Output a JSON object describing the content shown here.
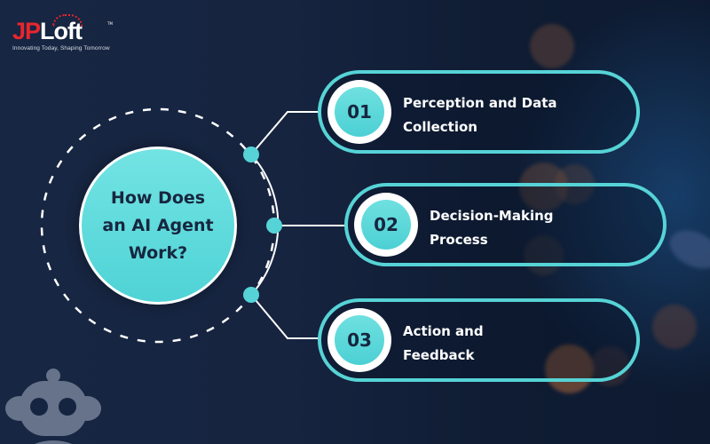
{
  "brand": {
    "logo_jp": "JP",
    "logo_loft": "Loft",
    "trademark": "TM",
    "tagline": "Innovating Today, Shaping Tomorrow"
  },
  "hub": {
    "lines": [
      "How Does",
      "an AI Agent",
      "Work?"
    ]
  },
  "steps": [
    {
      "number": "01",
      "line1": "Perception and Data",
      "line2": "Collection"
    },
    {
      "number": "02",
      "line1": "Decision-Making",
      "line2": "Process"
    },
    {
      "number": "03",
      "line1": "Action and",
      "line2": "Feedback"
    }
  ],
  "colors": {
    "background": "#152440",
    "accent_teal": "#56d3d6",
    "brand_red": "#e8262d",
    "text_dark": "#17263f",
    "text_light": "#ffffff"
  }
}
